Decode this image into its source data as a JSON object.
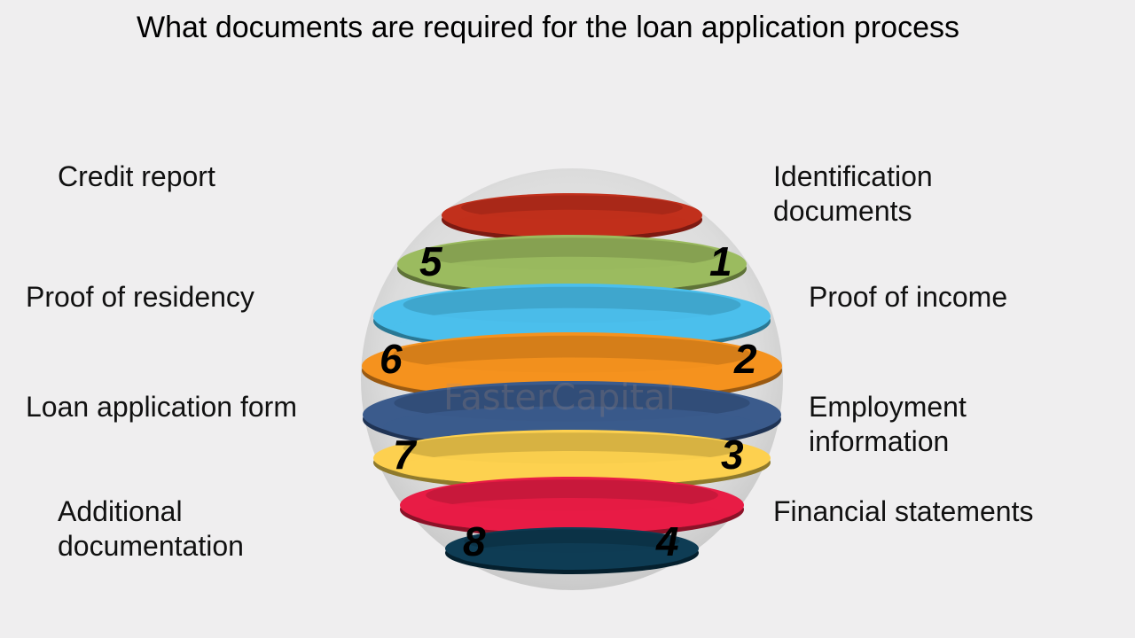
{
  "title": "What documents are required for the loan application process",
  "watermark": "FasterCapital",
  "labels": {
    "credit_report": "Credit report",
    "identification": "Identification\ndocuments",
    "proof_residency": "Proof of residency",
    "proof_income": "Proof of income",
    "loan_form": "Loan application form",
    "employment": "Employment\ninformation",
    "additional": "Additional\ndocumentation",
    "financial": "Financial statements"
  },
  "numbers": {
    "n1": "1",
    "n2": "2",
    "n3": "3",
    "n4": "4",
    "n5": "5",
    "n6": "6",
    "n7": "7",
    "n8": "8"
  },
  "layers": [
    {
      "name": "red",
      "color": "#c1301c",
      "shade": "#7d1a12"
    },
    {
      "name": "green",
      "color": "#9bbb5f",
      "shade": "#5f7338"
    },
    {
      "name": "blue",
      "color": "#4bbfec",
      "shade": "#2a7894"
    },
    {
      "name": "orange",
      "color": "#f5921e",
      "shade": "#9a5a12"
    },
    {
      "name": "navy",
      "color": "#3b5b8c",
      "shade": "#1f3354"
    },
    {
      "name": "yellow",
      "color": "#fdd04f",
      "shade": "#8f7a2c"
    },
    {
      "name": "crimson",
      "color": "#e81c45",
      "shade": "#8b1228"
    },
    {
      "name": "dark-teal",
      "color": "#0e3c54",
      "shade": "#05202e"
    }
  ]
}
